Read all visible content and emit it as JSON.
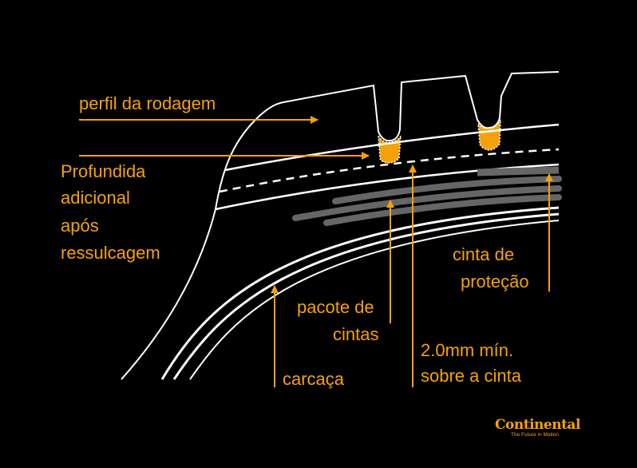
{
  "labels": {
    "tread_profile": "perfil da rodagem",
    "extra_depth": [
      "Profundida",
      "adicional",
      "após",
      "ressulcagem"
    ],
    "protection_belt": [
      "cinta de",
      "proteção"
    ],
    "belt_package": [
      "pacote de",
      "cintas"
    ],
    "min_over_belt": [
      "2.0mm mín.",
      "sobre a cinta"
    ],
    "carcass": "carcaça"
  },
  "logo": {
    "name": "Continental",
    "tagline": "The Future in Motion"
  },
  "colors": {
    "accent": "#f5a20a",
    "line": "#ffffff",
    "belt": "#666666",
    "background": "#000000"
  }
}
